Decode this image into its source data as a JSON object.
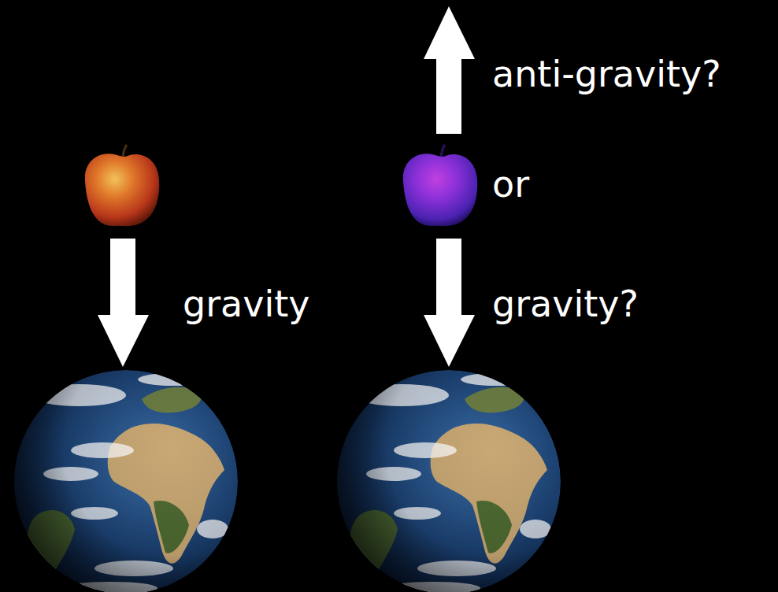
{
  "diagram": {
    "labels": [
      "gravity",
      "anti-gravity?",
      "or",
      "gravity?"
    ]
  }
}
